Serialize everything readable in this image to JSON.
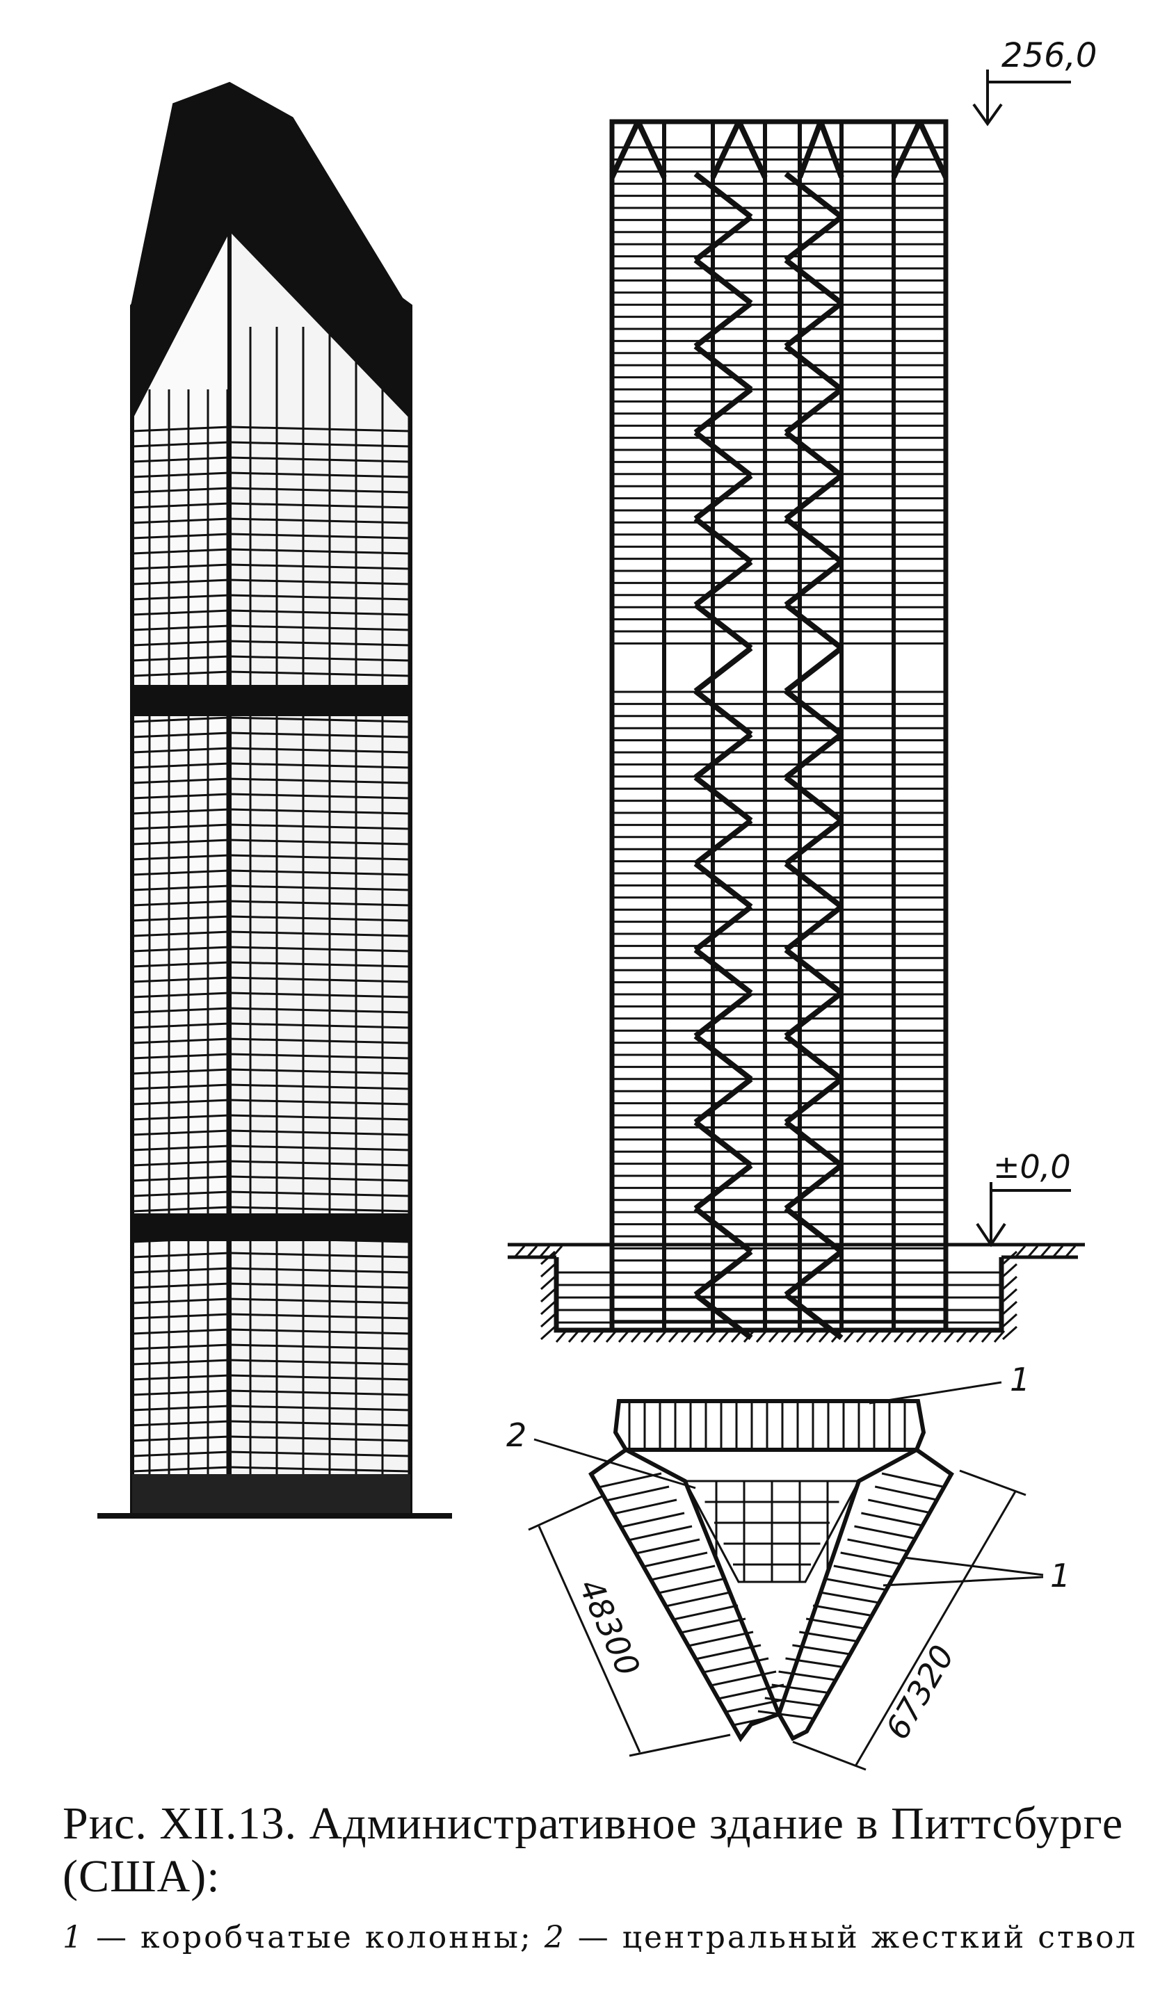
{
  "drawing": {
    "elevation_top": "256,0",
    "elevation_ground": "±0,0",
    "plan_label_1_top": "1",
    "plan_label_1_right": "1",
    "plan_label_2": "2",
    "dim_left": "48300",
    "dim_right": "67320"
  },
  "caption": {
    "title": "Рис. XII.13. Административное здание в Питтсбурге (США):",
    "legend_1_num": "1",
    "legend_1_text": " — коробчатые колонны;  ",
    "legend_2_num": "2",
    "legend_2_text": " — центральный жесткий ствол"
  }
}
